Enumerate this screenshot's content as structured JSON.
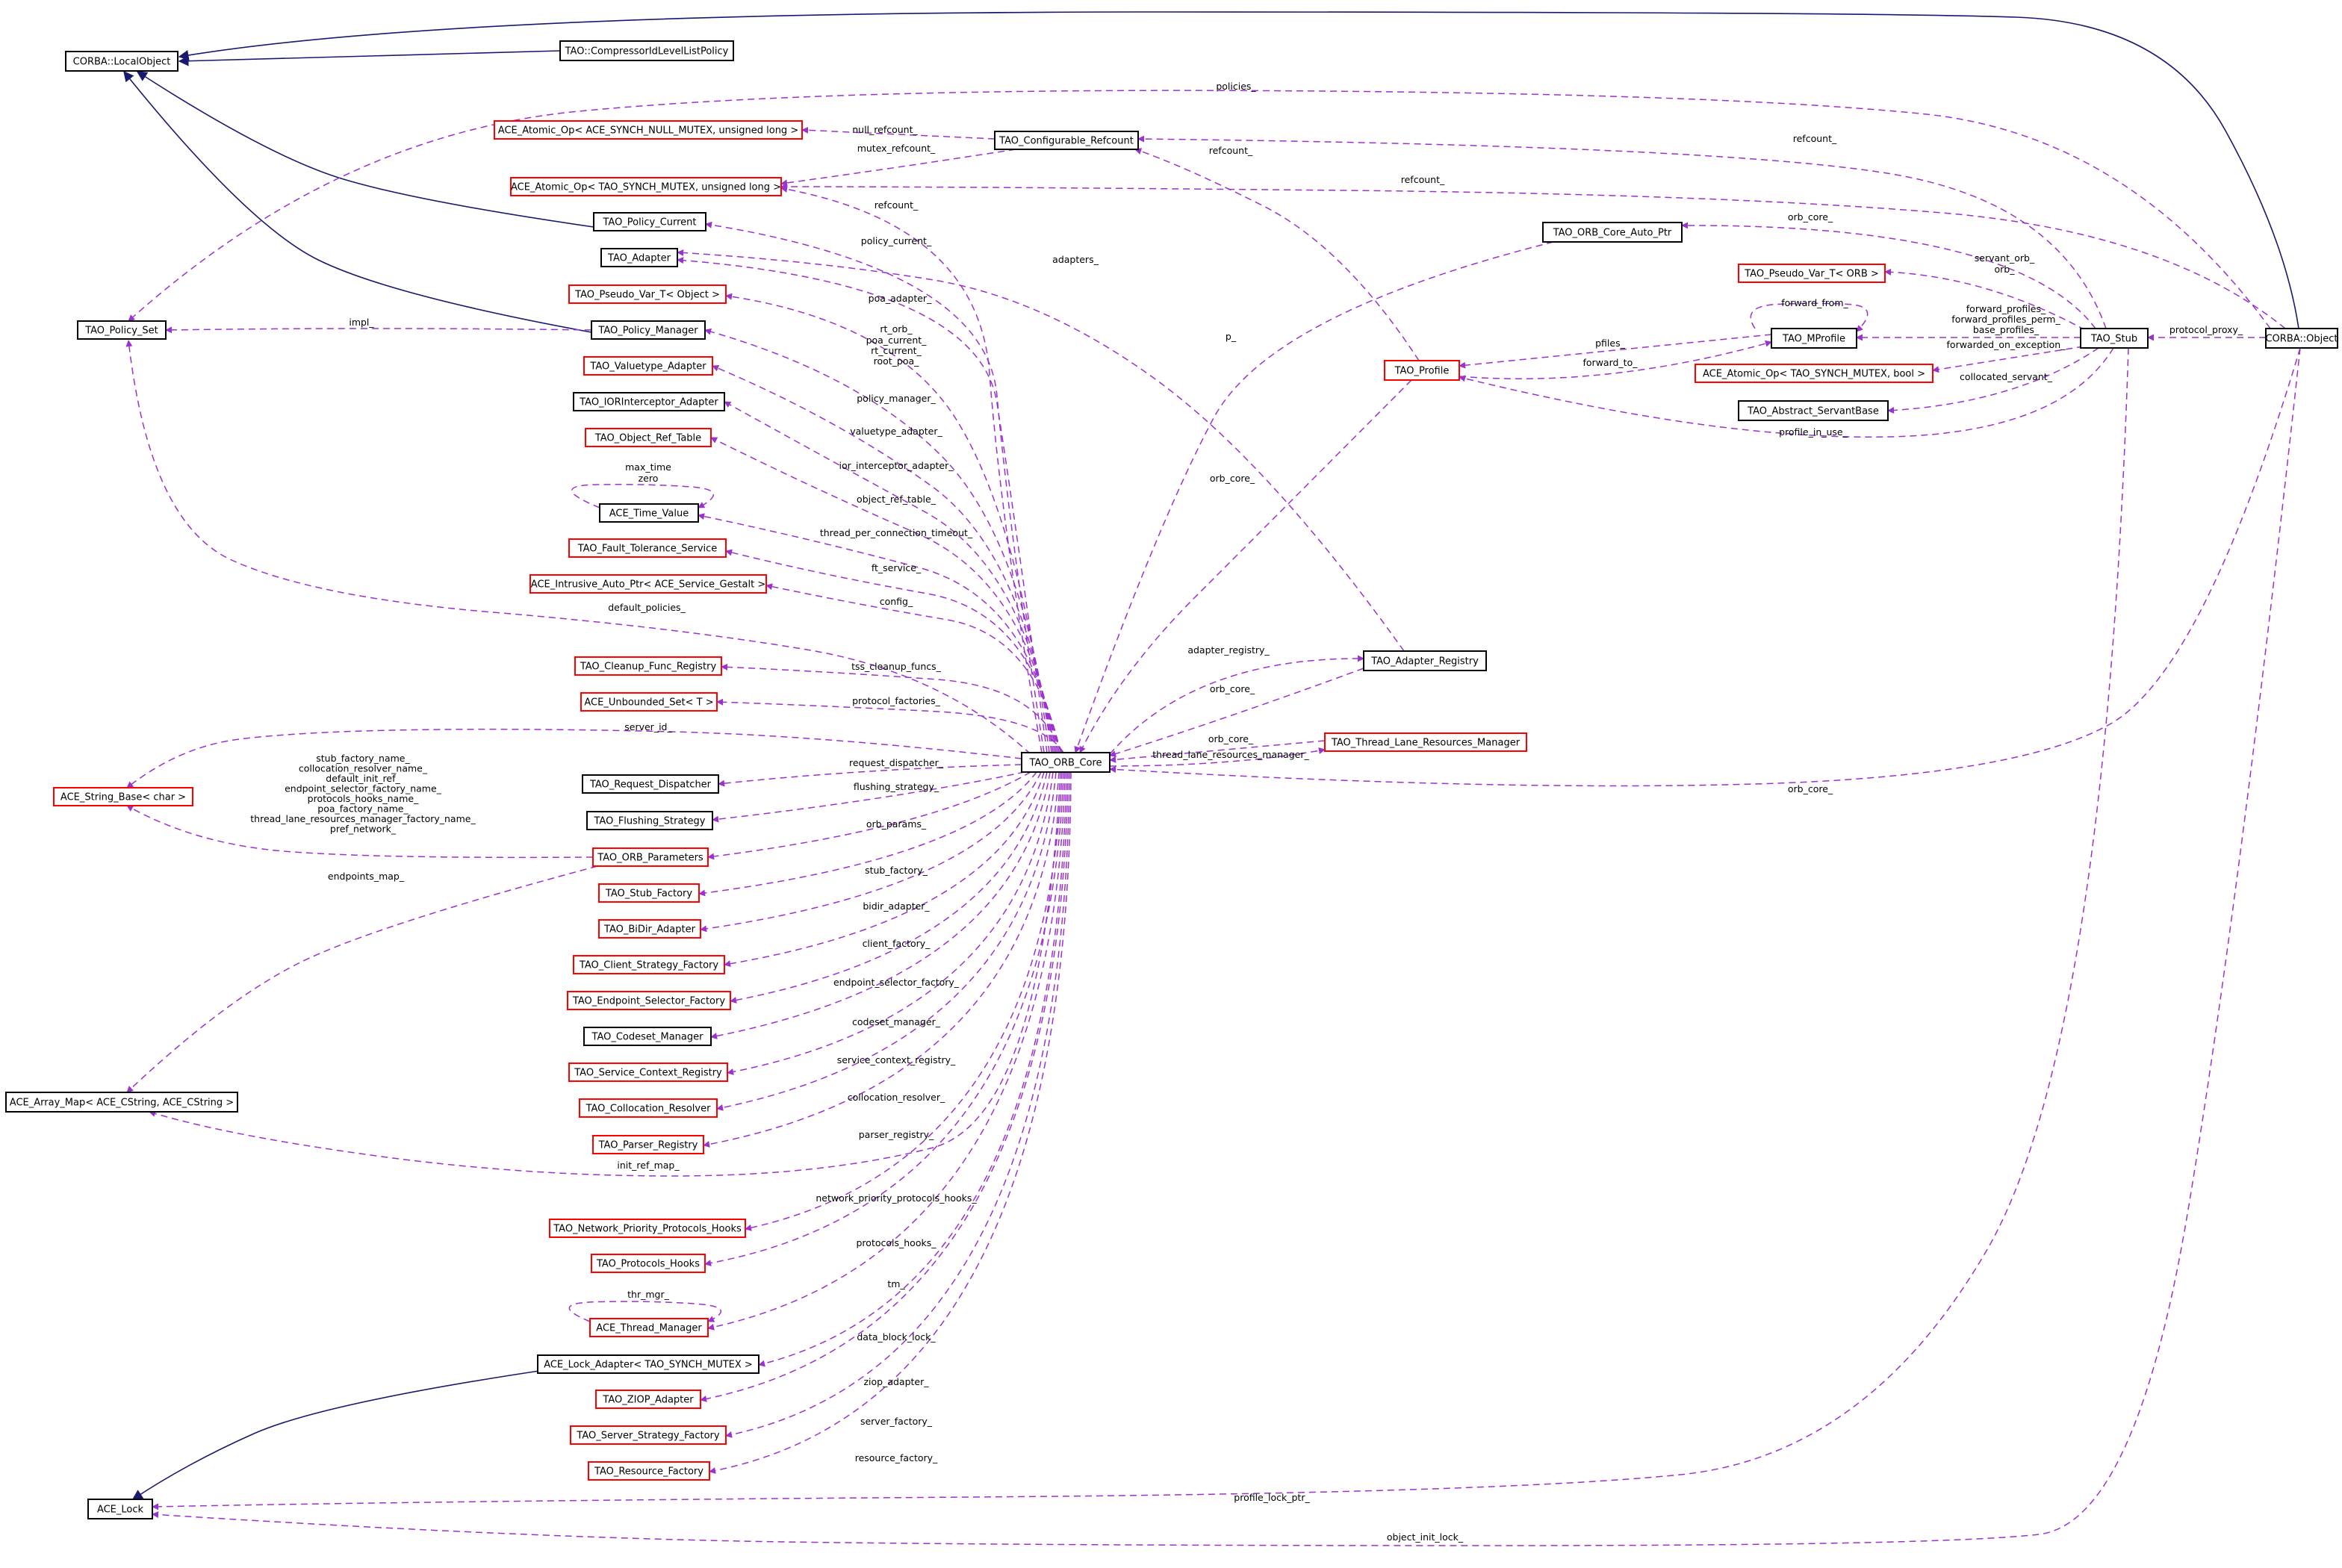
{
  "colors": {
    "normal_border": "#000000",
    "template_border": "#ff0000",
    "focus_fill": "#bfbfbf",
    "usage_edge": "#9a32cd",
    "inheritance_edge": "#191970"
  },
  "nodes": {
    "corba_localobject": {
      "label": "CORBA::LocalObject",
      "kind": "normal"
    },
    "compressor_policy": {
      "label": "TAO::CompressorIdLevelListPolicy",
      "kind": "focus"
    },
    "ace_atomic_null": {
      "label": "ACE_Atomic_Op< ACE_SYNCH_NULL_MUTEX, unsigned long >",
      "kind": "template"
    },
    "ace_atomic_mutex": {
      "label": "ACE_Atomic_Op< TAO_SYNCH_MUTEX, unsigned long >",
      "kind": "template"
    },
    "tao_configurable_refcount": {
      "label": "TAO_Configurable_Refcount",
      "kind": "normal"
    },
    "tao_policy_current": {
      "label": "TAO_Policy_Current",
      "kind": "normal"
    },
    "tao_adapter": {
      "label": "TAO_Adapter",
      "kind": "normal"
    },
    "tao_pseudo_object": {
      "label": "TAO_Pseudo_Var_T< Object >",
      "kind": "template"
    },
    "tao_policy_set": {
      "label": "TAO_Policy_Set",
      "kind": "normal"
    },
    "tao_policy_manager": {
      "label": "TAO_Policy_Manager",
      "kind": "normal"
    },
    "tao_valuetype_adapter": {
      "label": "TAO_Valuetype_Adapter",
      "kind": "template"
    },
    "tao_ior_adapter": {
      "label": "TAO_IORInterceptor_Adapter",
      "kind": "normal"
    },
    "tao_object_ref_table": {
      "label": "TAO_Object_Ref_Table",
      "kind": "template"
    },
    "ace_time_value": {
      "label": "ACE_Time_Value",
      "kind": "normal"
    },
    "tao_fault_tolerance": {
      "label": "TAO_Fault_Tolerance_Service",
      "kind": "template"
    },
    "ace_intrusive": {
      "label": "ACE_Intrusive_Auto_Ptr< ACE_Service_Gestalt >",
      "kind": "template"
    },
    "tao_cleanup": {
      "label": "TAO_Cleanup_Func_Registry",
      "kind": "template"
    },
    "ace_unbounded": {
      "label": "ACE_Unbounded_Set< T >",
      "kind": "template"
    },
    "ace_string_base": {
      "label": "ACE_String_Base< char >",
      "kind": "template"
    },
    "tao_request_dispatcher": {
      "label": "TAO_Request_Dispatcher",
      "kind": "normal"
    },
    "tao_flushing": {
      "label": "TAO_Flushing_Strategy",
      "kind": "normal"
    },
    "tao_orb_params": {
      "label": "TAO_ORB_Parameters",
      "kind": "template"
    },
    "tao_stub_factory": {
      "label": "TAO_Stub_Factory",
      "kind": "template"
    },
    "tao_bidir": {
      "label": "TAO_BiDir_Adapter",
      "kind": "template"
    },
    "tao_client_strategy": {
      "label": "TAO_Client_Strategy_Factory",
      "kind": "template"
    },
    "tao_endpoint_selector": {
      "label": "TAO_Endpoint_Selector_Factory",
      "kind": "template"
    },
    "tao_codeset": {
      "label": "TAO_Codeset_Manager",
      "kind": "normal"
    },
    "tao_service_context": {
      "label": "TAO_Service_Context_Registry",
      "kind": "template"
    },
    "tao_collocation": {
      "label": "TAO_Collocation_Resolver",
      "kind": "template"
    },
    "ace_array_map": {
      "label": "ACE_Array_Map< ACE_CString, ACE_CString >",
      "kind": "normal"
    },
    "tao_parser": {
      "label": "TAO_Parser_Registry",
      "kind": "template"
    },
    "tao_network_priority": {
      "label": "TAO_Network_Priority_Protocols_Hooks",
      "kind": "template"
    },
    "tao_protocols_hooks": {
      "label": "TAO_Protocols_Hooks",
      "kind": "template"
    },
    "ace_thread_manager": {
      "label": "ACE_Thread_Manager",
      "kind": "template"
    },
    "ace_lock_adapter": {
      "label": "ACE_Lock_Adapter< TAO_SYNCH_MUTEX >",
      "kind": "normal"
    },
    "tao_ziop": {
      "label": "TAO_ZIOP_Adapter",
      "kind": "template"
    },
    "tao_server_strategy": {
      "label": "TAO_Server_Strategy_Factory",
      "kind": "template"
    },
    "tao_resource_factory": {
      "label": "TAO_Resource_Factory",
      "kind": "template"
    },
    "ace_lock": {
      "label": "ACE_Lock",
      "kind": "normal"
    },
    "tao_orb_core": {
      "label": "TAO_ORB_Core",
      "kind": "normal"
    },
    "tao_adapter_registry": {
      "label": "TAO_Adapter_Registry",
      "kind": "normal"
    },
    "tao_thread_lane": {
      "label": "TAO_Thread_Lane_Resources_Manager",
      "kind": "template"
    },
    "tao_orb_core_auto": {
      "label": "TAO_ORB_Core_Auto_Ptr",
      "kind": "normal"
    },
    "tao_profile": {
      "label": "TAO_Profile",
      "kind": "template"
    },
    "tao_pseudo_orb": {
      "label": "TAO_Pseudo_Var_T< ORB >",
      "kind": "template"
    },
    "tao_mprofile": {
      "label": "TAO_MProfile",
      "kind": "normal"
    },
    "ace_atomic_bool": {
      "label": "ACE_Atomic_Op< TAO_SYNCH_MUTEX, bool >",
      "kind": "template"
    },
    "tao_abstract_servant": {
      "label": "TAO_Abstract_ServantBase",
      "kind": "normal"
    },
    "tao_stub": {
      "label": "TAO_Stub",
      "kind": "normal"
    },
    "corba_object": {
      "label": "CORBA::Object",
      "kind": "normal"
    }
  },
  "edge_labels": {
    "policies": "policies_",
    "null_refcount": "null_refcount_",
    "mutex_refcount": "mutex_refcount_",
    "refcount_profile": "refcount_",
    "refcount_stub": "refcount_",
    "refcount_object": "refcount_",
    "refcount_orb": "refcount_",
    "policy_current": "policy_current_",
    "adapters": "adapters_",
    "impl": "impl_",
    "poa_adapter": "poa_adapter_",
    "p": "p_",
    "rt_orb": "rt_orb_",
    "poa_current": "poa_current_",
    "rt_current": "rt_current_",
    "root_poa": "root_poa_",
    "policy_manager": "policy_manager_",
    "valuetype_adapter": "valuetype_adapter_",
    "ior_interceptor": "ior_interceptor_adapter_",
    "object_ref_table": "object_ref_table_",
    "max_time": "max_time",
    "zero": "zero",
    "thread_per_conn": "thread_per_connection_timeout_",
    "ft_service": "ft_service_",
    "config": "config_",
    "default_policies": "default_policies_",
    "tss_cleanup": "tss_cleanup_funcs_",
    "protocol_factories": "protocol_factories_",
    "server_id": "server_id_",
    "request_dispatcher": "request_dispatcher_",
    "flushing_strategy": "flushing_strategy_",
    "orb_params": "orb_params_",
    "stub_factory": "stub_factory_",
    "bidir_adapter": "bidir_adapter_",
    "client_factory": "client_factory_",
    "endpoint_selector": "endpoint_selector_factory_",
    "codeset_manager": "codeset_manager_",
    "service_context": "service_context_registry_",
    "collocation_resolver": "collocation_resolver_",
    "parser_registry": "parser_registry_",
    "init_ref_map": "init_ref_map_",
    "endpoints_map": "endpoints_map_",
    "network_priority": "network_priority_protocols_hooks_",
    "protocols_hooks": "protocols_hooks_",
    "tm": "tm_",
    "thr_mgr": "thr_mgr_",
    "data_block_lock": "data_block_lock_",
    "ziop_adapter": "ziop_adapter_",
    "server_factory": "server_factory_",
    "resource_factory": "resource_factory_",
    "profile_lock_ptr": "profile_lock_ptr_",
    "object_init_lock": "object_init_lock_",
    "adapter_registry": "adapter_registry_",
    "orb_core_adapter": "orb_core_",
    "orb_core_thread": "orb_core_",
    "thread_lane_mgr": "thread_lane_resources_manager_",
    "orb_core_object": "orb_core_",
    "orb_core_profile": "orb_core_",
    "orb_core_stub": "orb_core_",
    "servant_orb": "servant_orb_",
    "orb": "orb_",
    "forward_from": "forward_from_",
    "pfiles": "pfiles_",
    "forward_to": "forward_to_",
    "forward_profiles": "forward_profiles_",
    "forward_profiles_perm": "forward_profiles_perm_",
    "base_profiles": "base_profiles_",
    "forwarded_on_exception": "forwarded_on_exception_",
    "collocated_servant": "collocated_servant_",
    "profile_in_use": "profile_in_use_",
    "protocol_proxy": "protocol_proxy_",
    "string_base_names": [
      "stub_factory_name_",
      "collocation_resolver_name_",
      "default_init_ref_",
      "endpoint_selector_factory_name_",
      "protocols_hooks_name_",
      "poa_factory_name_",
      "thread_lane_resources_manager_factory_name_",
      "pref_network_"
    ]
  }
}
